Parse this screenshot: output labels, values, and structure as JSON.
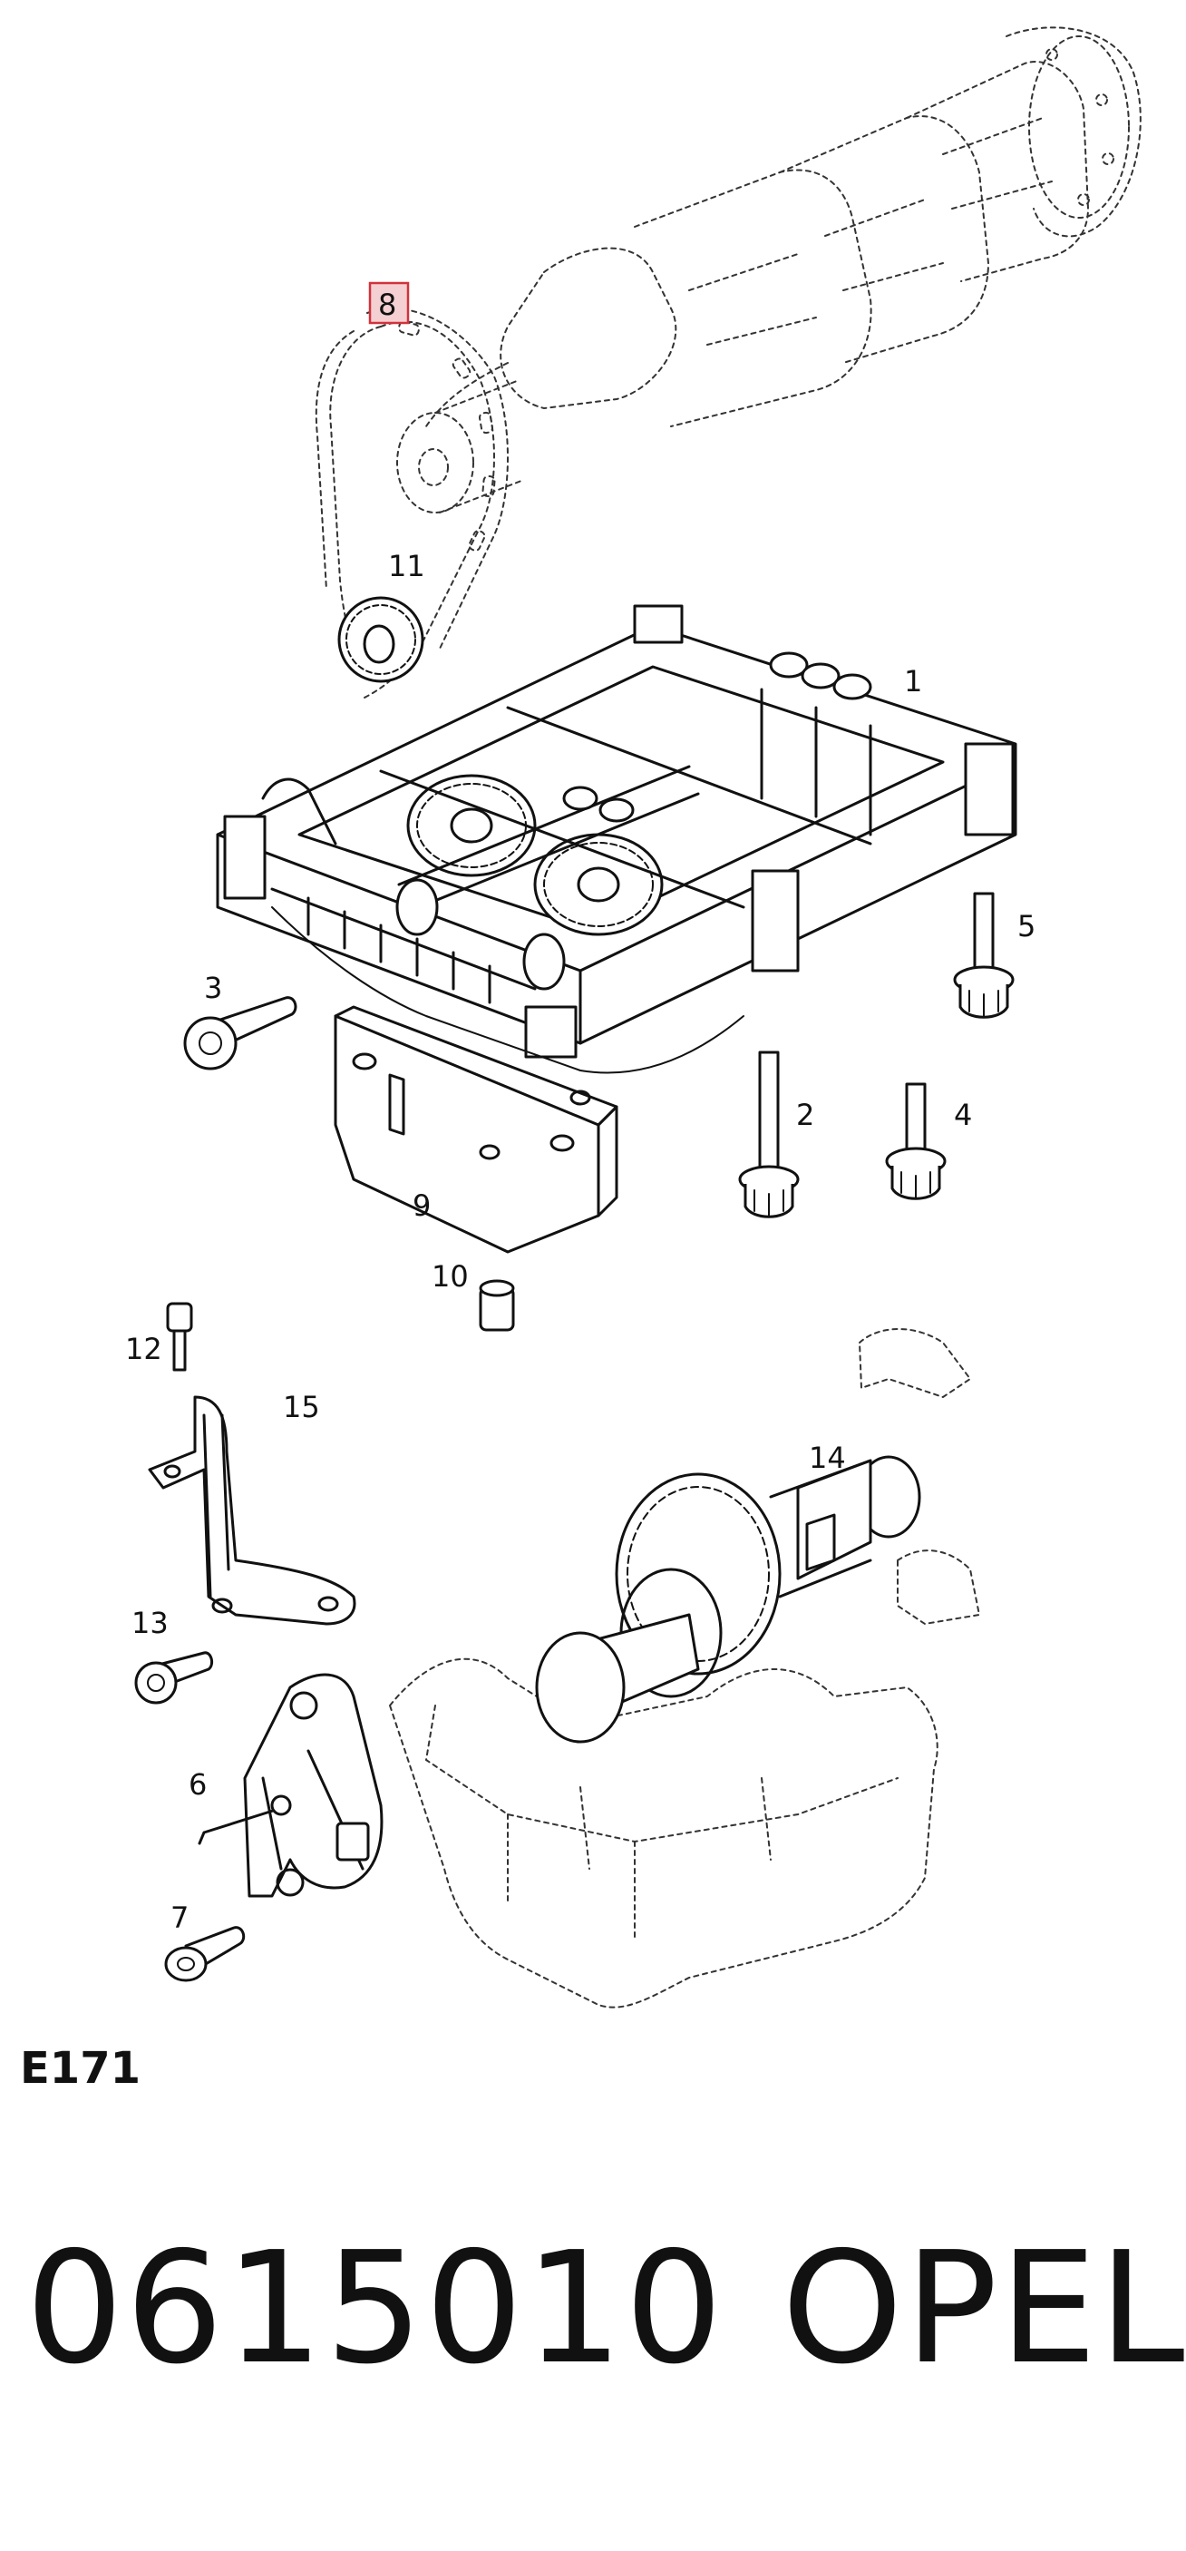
{
  "diagram": {
    "callouts": [
      {
        "id": "c1",
        "label": "1"
      },
      {
        "id": "c2",
        "label": "2"
      },
      {
        "id": "c3",
        "label": "3"
      },
      {
        "id": "c4",
        "label": "4"
      },
      {
        "id": "c5",
        "label": "5"
      },
      {
        "id": "c6",
        "label": "6"
      },
      {
        "id": "c7",
        "label": "7"
      },
      {
        "id": "c8",
        "label": "8"
      },
      {
        "id": "c9",
        "label": "9"
      },
      {
        "id": "c10",
        "label": "10"
      },
      {
        "id": "c11",
        "label": "11"
      },
      {
        "id": "c12",
        "label": "12"
      },
      {
        "id": "c13",
        "label": "13"
      },
      {
        "id": "c14",
        "label": "14"
      },
      {
        "id": "c15",
        "label": "15"
      }
    ],
    "highlight_color": "#d2323c",
    "highlight_fill": "#f4d0d2"
  },
  "footer": {
    "diagram_code": "E171",
    "part_number": "0615010",
    "brand": "OPEL"
  }
}
